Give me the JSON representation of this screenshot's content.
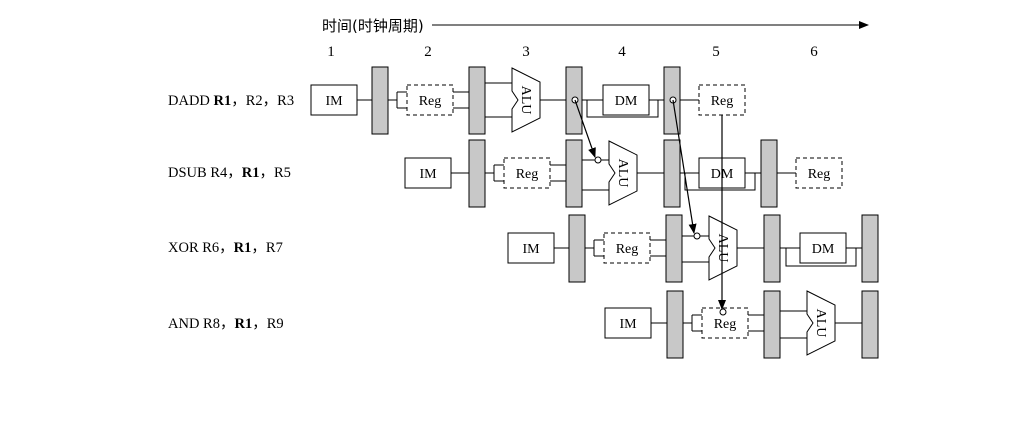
{
  "time_label": "时间(时钟周期)",
  "cycles": [
    "1",
    "2",
    "3",
    "4",
    "5",
    "6"
  ],
  "stage_labels": {
    "im": "IM",
    "reg": "Reg",
    "alu": "ALU",
    "dm": "DM"
  },
  "instructions": [
    {
      "op": "DADD",
      "regs": [
        {
          "t": "R1",
          "bold": true
        },
        {
          "t": "，R2，R3",
          "bold": false
        }
      ]
    },
    {
      "op": "DSUB",
      "regs": [
        {
          "t": "R4，",
          "bold": false
        },
        {
          "t": "R1",
          "bold": true
        },
        {
          "t": "，R5",
          "bold": false
        }
      ]
    },
    {
      "op": "XOR",
      "regs": [
        {
          "t": "R6，",
          "bold": false
        },
        {
          "t": "R1",
          "bold": true
        },
        {
          "t": "，R7",
          "bold": false
        }
      ]
    },
    {
      "op": "AND",
      "regs": [
        {
          "t": "R8，",
          "bold": false
        },
        {
          "t": "R1",
          "bold": true
        },
        {
          "t": "，R9",
          "bold": false
        }
      ]
    }
  ]
}
